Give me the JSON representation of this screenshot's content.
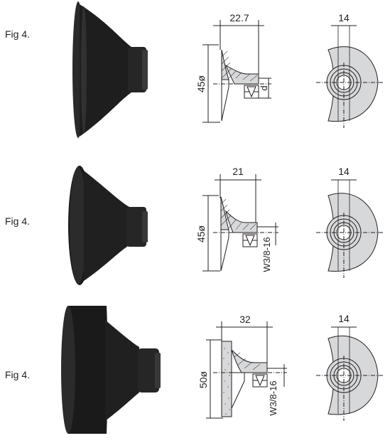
{
  "rows": [
    {
      "label": "Fig 4.",
      "length": "22.7",
      "diameter": "45ø",
      "thread": "d",
      "hole": "14"
    },
    {
      "label": "Fig 4.",
      "length": "21",
      "diameter": "45ø",
      "thread": "W3/8-16",
      "hole": "14"
    },
    {
      "label": "Fig 4.",
      "length": "32",
      "diameter": "50ø",
      "thread": "W3/8-16",
      "hole": "14"
    }
  ],
  "colors": {
    "product": "#1c1c1c",
    "section_fill": "#d7d8da",
    "line": "#231f20"
  }
}
